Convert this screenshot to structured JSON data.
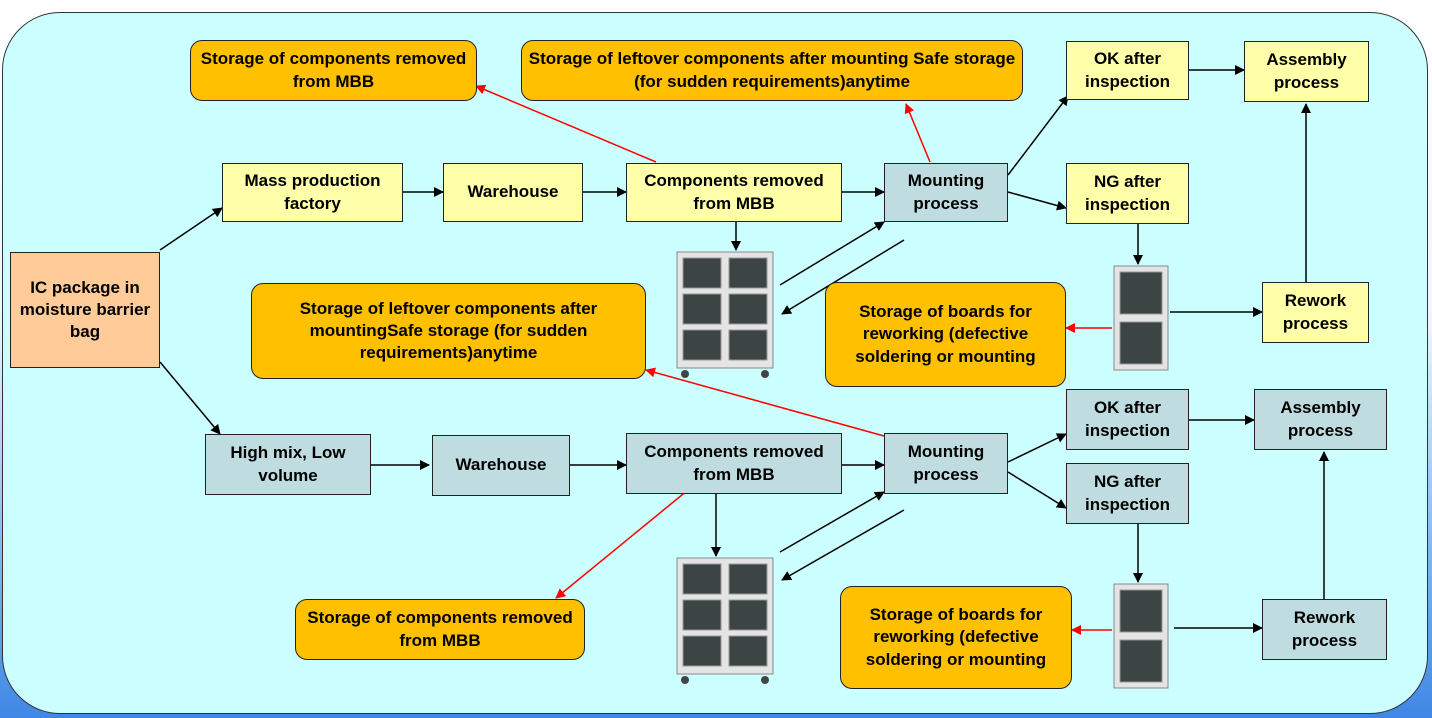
{
  "nodes": {
    "ic_package": "IC package in moisture barrier bag",
    "top_mass": "Mass production factory",
    "top_warehouse": "Warehouse",
    "top_components": "Components removed from  MBB",
    "top_mounting": "Mounting process",
    "top_ok": "OK after inspection",
    "top_ng": "NG after inspection",
    "top_assembly": "Assembly process",
    "top_rework": "Rework process",
    "top_storage_removed": "Storage of components removed from  MBB",
    "top_storage_leftover": "Storage of leftover components after mounting Safe storage (for sudden requirements)anytime",
    "mid_storage_leftover": "Storage of leftover components after mountingSafe storage (for sudden requirements)anytime",
    "top_storage_boards": "Storage of boards for reworking (defective soldering or mounting",
    "bot_highmix": "High mix, Low volume",
    "bot_warehouse": "Warehouse",
    "bot_components": "Components removed from  MBB",
    "bot_mounting": "Mounting process",
    "bot_ok": "OK after inspection",
    "bot_ng": "NG after inspection",
    "bot_assembly": "Assembly process",
    "bot_rework": "Rework process",
    "bot_storage_removed": "Storage of components removed from  MBB",
    "bot_storage_boards": "Storage of boards for reworking (defective soldering or mounting"
  },
  "colors": {
    "canvas": "#ccffff",
    "yellow_box": "#ffffaa",
    "blue_box": "#bfdde0",
    "peach_box": "#ffcc99",
    "storage_box": "#ffc000",
    "black_arrow": "#000000",
    "red_arrow": "#ff0000"
  },
  "icons": {
    "cabinet_large": "dry-cabinet-6-door-icon",
    "cabinet_small": "dry-cabinet-2-door-icon"
  }
}
